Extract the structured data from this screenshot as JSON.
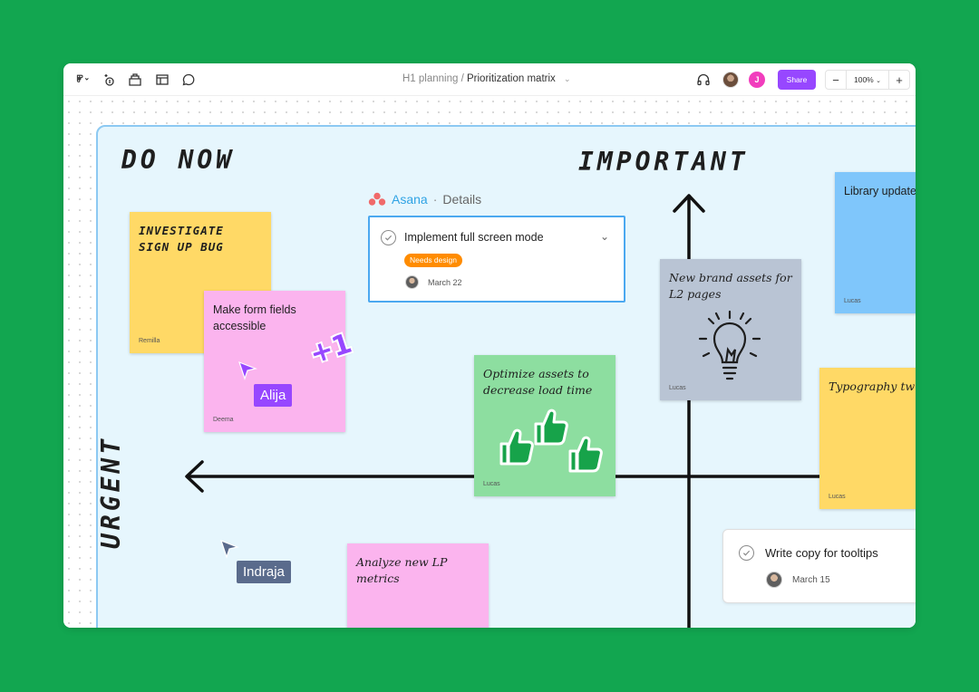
{
  "toolbar": {
    "breadcrumb_parent": "H1 planning",
    "breadcrumb_separator": "/",
    "breadcrumb_current": "Prioritization matrix",
    "avatar_initial": "J",
    "share_label": "Share",
    "zoom_value": "100%",
    "zoom_out": "−",
    "zoom_in": "+",
    "icons": [
      "figma-menu-icon",
      "comment-tool-icon",
      "asset-icon",
      "frame-icon",
      "chat-bubble-icon",
      "headphones-icon"
    ]
  },
  "board": {
    "heading_do_now": "DO NOW",
    "heading_important": "IMPORTANT",
    "heading_urgent": "URGENT",
    "asana_brand": "Asana",
    "asana_separator": "·",
    "asana_details": "Details"
  },
  "asana_card": {
    "title": "Implement full screen mode",
    "tag": "Needs design",
    "date": "March 22"
  },
  "task_card": {
    "title": "Write copy for tooltips",
    "date": "March 15"
  },
  "stickies": [
    {
      "text": "INVESTIGATE SIGN UP BUG",
      "author": "Remilla",
      "color": "#ffd966"
    },
    {
      "text": "Make form fields accessible",
      "author": "Deema",
      "color": "#fbb4ee"
    },
    {
      "text": "Optimize assets to decrease load time",
      "author": "Lucas",
      "color": "#8ddea0"
    },
    {
      "text": "New brand assets for L2 pages",
      "author": "Lucas",
      "color": "#b9c4d4"
    },
    {
      "text": "Library update",
      "author": "Lucas",
      "color": "#7fc6fb"
    },
    {
      "text": "Typography tw",
      "author": "Lucas",
      "color": "#ffd966"
    },
    {
      "text": "Analyze new LP metrics",
      "author": "",
      "color": "#fbb4ee"
    }
  ],
  "cursors": [
    {
      "name": "Alija",
      "color": "#9747ff"
    },
    {
      "name": "Indraja",
      "color": "#5a6b8c"
    }
  ],
  "plus_one_badge": "+1",
  "colors": {
    "background": "#12a650",
    "section": "#e6f6fd",
    "accent": "#9747ff",
    "asana": "#f06a6a",
    "tag": "#ff8c00"
  }
}
